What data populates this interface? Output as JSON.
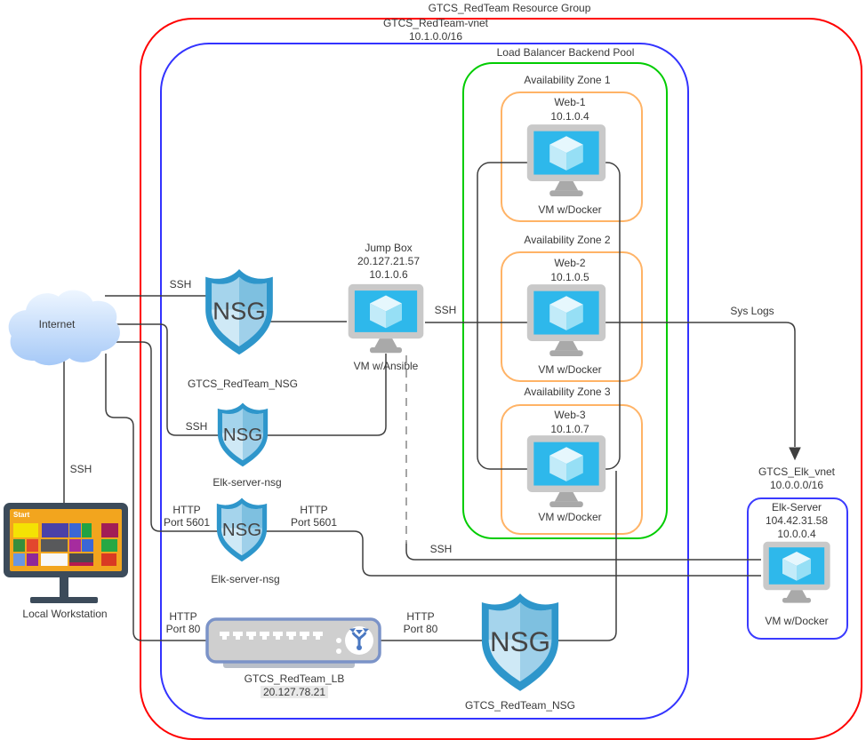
{
  "title": "GTCS_RedTeam Resource Group",
  "vnet": {
    "name": "GTCS_RedTeam-vnet",
    "cidr": "10.1.0.0/16",
    "nsg_label": "GTCS_RedTeam_NSG"
  },
  "backend_pool": {
    "title": "Load Balancer Backend Pool"
  },
  "zones": [
    {
      "title": "Availability Zone 1",
      "vm": "Web-1",
      "ip": "10.1.0.4",
      "caption": "VM w/Docker"
    },
    {
      "title": "Availability Zone 2",
      "vm": "Web-2",
      "ip": "10.1.0.5",
      "caption": "VM w/Docker"
    },
    {
      "title": "Availability Zone 3",
      "vm": "Web-3",
      "ip": "10.1.0.7",
      "caption": "VM w/Docker"
    }
  ],
  "jump_box": {
    "name": "Jump Box",
    "public_ip": "20.127.21.57",
    "private_ip": "10.1.0.6",
    "caption": "VM w/Ansible"
  },
  "nsgs": {
    "main": {
      "abbr": "NSG",
      "name": "GTCS_RedTeam_NSG"
    },
    "elk_ssh": {
      "abbr": "NSG",
      "name": "Elk-server-nsg"
    },
    "elk_http": {
      "abbr": "NSG",
      "name": "Elk-server-nsg"
    },
    "bottom": {
      "abbr": "NSG",
      "name": "GTCS_RedTeam_NSG"
    }
  },
  "load_balancer": {
    "name": "GTCS_RedTeam_LB",
    "public_ip": "20.127.78.21"
  },
  "elk": {
    "vnet_name": "GTCS_Elk_vnet",
    "vnet_cidr": "10.0.0.0/16",
    "server": {
      "name": "Elk-Server",
      "public_ip": "104.42.31.58",
      "private_ip": "10.0.0.4",
      "caption": "VM w/Docker"
    }
  },
  "internet": {
    "label": "Internet"
  },
  "workstation": {
    "label": "Local Workstation",
    "start_text": "Start"
  },
  "connections": {
    "ssh_internet_nsg": "SSH",
    "ssh_jump_pool": "SSH",
    "ssh_internet_elk_nsg": "SSH",
    "ssh_workstation": "SSH",
    "ssh_jump_elk": "SSH",
    "http_5601": "HTTP",
    "port_5601": "Port 5601",
    "http_80": "HTTP",
    "port_80": "Port 80",
    "sys_logs": "Sys Logs"
  },
  "colors": {
    "resource_group_border": "#ff0000",
    "vnet_border": "#3333ff",
    "pool_border": "#00cc00",
    "zone_border": "#ffb366",
    "shield_blue": "#2e96cb",
    "vm_screen_cyan": "#2eb8eb",
    "lb_border_slate": "#7b93c8",
    "workstation_screen_orange": "#f2a51e",
    "connector": "#3f3f3f"
  }
}
